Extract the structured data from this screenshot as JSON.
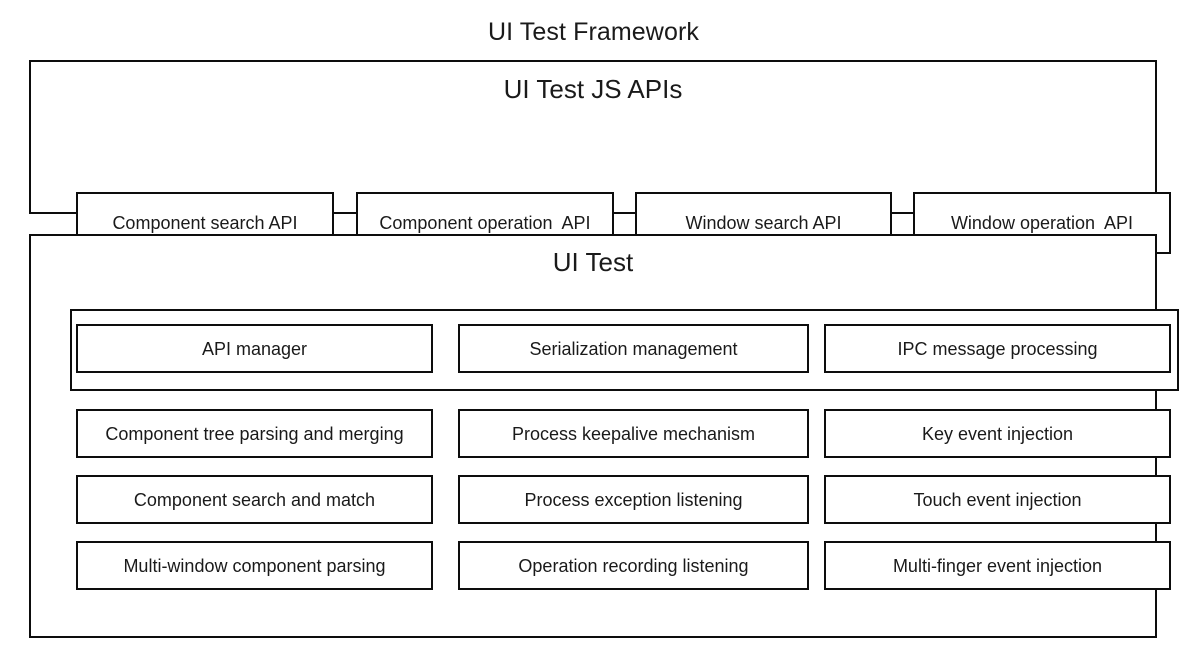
{
  "diagram": {
    "title": "UI Test Framework",
    "sections": [
      {
        "id": "apis",
        "title": "UI Test JS APIs",
        "cells": [
          {
            "label": "Component search API"
          },
          {
            "label": "Component operation  API"
          },
          {
            "label": "Window search API"
          },
          {
            "label": "Window operation  API"
          }
        ]
      },
      {
        "id": "uitest",
        "title": "UI Test",
        "grid": {
          "rows": [
            {
              "grouped": true,
              "cells": [
                {
                  "label": "API manager"
                },
                {
                  "label": "Serialization management"
                },
                {
                  "label": "IPC message processing"
                }
              ]
            },
            {
              "grouped": false,
              "cells": [
                {
                  "label": "Component tree parsing and merging"
                },
                {
                  "label": "Process keepalive mechanism"
                },
                {
                  "label": "Key event injection"
                }
              ]
            },
            {
              "grouped": false,
              "cells": [
                {
                  "label": "Component search and match"
                },
                {
                  "label": "Process exception listening"
                },
                {
                  "label": "Touch event injection"
                }
              ]
            },
            {
              "grouped": false,
              "cells": [
                {
                  "label": "Multi-window component parsing"
                },
                {
                  "label": "Operation recording listening"
                },
                {
                  "label": "Multi-finger event injection"
                }
              ]
            }
          ]
        }
      }
    ],
    "colors": {
      "stroke": "#0d0d0d",
      "text": "#1a1a1a",
      "background": "#ffffff"
    }
  }
}
